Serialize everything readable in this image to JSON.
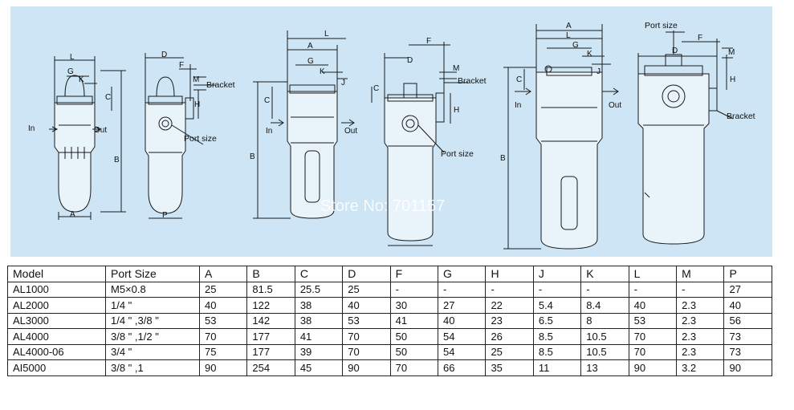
{
  "watermark": "Store No: 701157",
  "drawings": {
    "d1": {
      "L": "L",
      "G": "G",
      "K": "K",
      "C": "C",
      "B": "B",
      "A": "A",
      "in": "In",
      "out": "Out"
    },
    "d2": {
      "D": "D",
      "F": "F",
      "M": "M",
      "H": "H",
      "P": "P",
      "bracket": "Bracket",
      "port_size": "Port size"
    },
    "d3": {
      "L": "L",
      "A": "A",
      "G": "G",
      "K": "K",
      "J": "J",
      "C": "C",
      "B": "B",
      "in": "In",
      "out": "Out"
    },
    "d4": {
      "F": "F",
      "D": "D",
      "M": "M",
      "C": "C",
      "H": "H",
      "bracket": "Bracket",
      "port_size": "Port size"
    },
    "d5": {
      "A": "A",
      "L": "L",
      "G": "G",
      "K": "K",
      "J": "J",
      "C": "C",
      "B": "B",
      "in": "In",
      "out": "Out"
    },
    "d6": {
      "port_size": "Port size",
      "F": "F",
      "D": "D",
      "M": "M",
      "H": "H",
      "bracket": "Bracket"
    }
  },
  "table": {
    "headers": [
      "Model",
      "Port Size",
      "A",
      "B",
      "C",
      "D",
      "F",
      "G",
      "H",
      "J",
      "K",
      "L",
      "M",
      "P"
    ],
    "rows": [
      [
        "AL1000",
        "M5×0.8",
        "25",
        "81.5",
        "25.5",
        "25",
        "-",
        "-",
        "-",
        "-",
        "-",
        "-",
        "-",
        "27"
      ],
      [
        "AL2000",
        "1/4 \"",
        "40",
        "122",
        "38",
        "40",
        "30",
        "27",
        "22",
        "5.4",
        "8.4",
        "40",
        "2.3",
        "40"
      ],
      [
        "AL3000",
        "1/4 \" ,3/8 \"",
        "53",
        "142",
        "38",
        "53",
        "41",
        "40",
        "23",
        "6.5",
        "8",
        "53",
        "2.3",
        "56"
      ],
      [
        "AL4000",
        "3/8 \" ,1/2 \"",
        "70",
        "177",
        "41",
        "70",
        "50",
        "54",
        "26",
        "8.5",
        "10.5",
        "70",
        "2.3",
        "73"
      ],
      [
        "AL4000-06",
        "3/4 \"",
        "75",
        "177",
        "39",
        "70",
        "50",
        "54",
        "25",
        "8.5",
        "10.5",
        "70",
        "2.3",
        "73"
      ],
      [
        "AI5000",
        "3/8 \" ,1",
        "90",
        "254",
        "45",
        "90",
        "70",
        "66",
        "35",
        "11",
        "13",
        "90",
        "3.2",
        "90"
      ]
    ]
  }
}
